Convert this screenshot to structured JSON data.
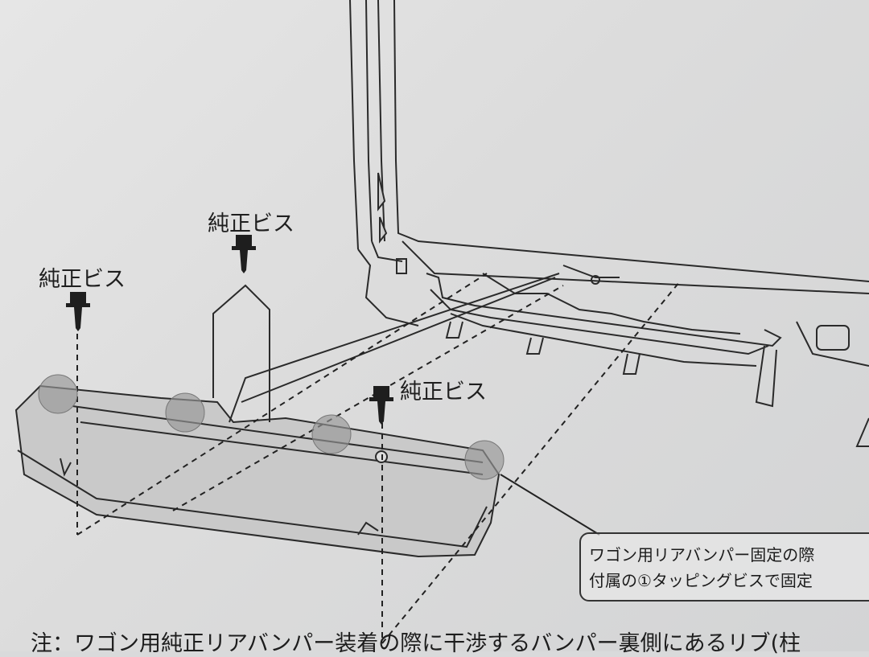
{
  "labels": {
    "screw_left": "純正ビス",
    "screw_top": "純正ビス",
    "screw_center": "純正ビス"
  },
  "callout": {
    "line1": "ワゴン用リアバンパー固定の際",
    "line2": "付属の①タッピングビスで固定"
  },
  "footnote": "注：ワゴン用純正リアバンパー装着の際に干渉するバンパー裏側にあるリブ(柱"
}
